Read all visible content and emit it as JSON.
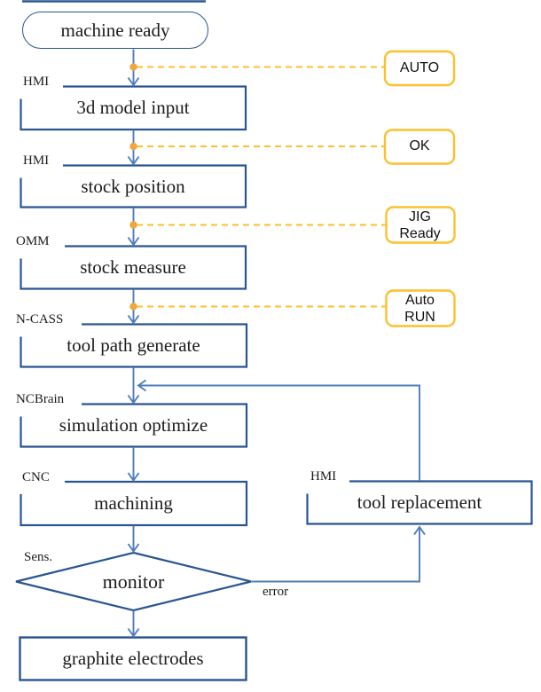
{
  "colors": {
    "ink": "#1c1c1c",
    "node_border": "#2a5591",
    "flow": "#4f7dba",
    "signal": "#fcc02d",
    "signal_dot": "#efa73d"
  },
  "nodes": {
    "machine_ready": {
      "label": "machine ready"
    },
    "model_input": {
      "tag": "HMI",
      "label": "3d model input"
    },
    "stock_position": {
      "tag": "HMI",
      "label": "stock position"
    },
    "stock_measure": {
      "tag": "OMM",
      "label": "stock measure"
    },
    "tool_path": {
      "tag": "N-CASS",
      "label": "tool path generate"
    },
    "simulation": {
      "tag": "NCBrain",
      "label": "simulation optimize"
    },
    "machining": {
      "tag": "CNC",
      "label": "machining"
    },
    "monitor": {
      "tag": "Sens.",
      "label": "monitor"
    },
    "graphite": {
      "label": "graphite electrodes"
    },
    "tool_replacement": {
      "tag": "HMI",
      "label": "tool replacement"
    }
  },
  "signals": {
    "auto": {
      "line1": "AUTO"
    },
    "ok": {
      "line1": "OK"
    },
    "jig": {
      "line1": "JIG",
      "line2": "Ready"
    },
    "autorun": {
      "line1": "Auto",
      "line2": "RUN"
    }
  },
  "edges": {
    "error_label": "error"
  }
}
